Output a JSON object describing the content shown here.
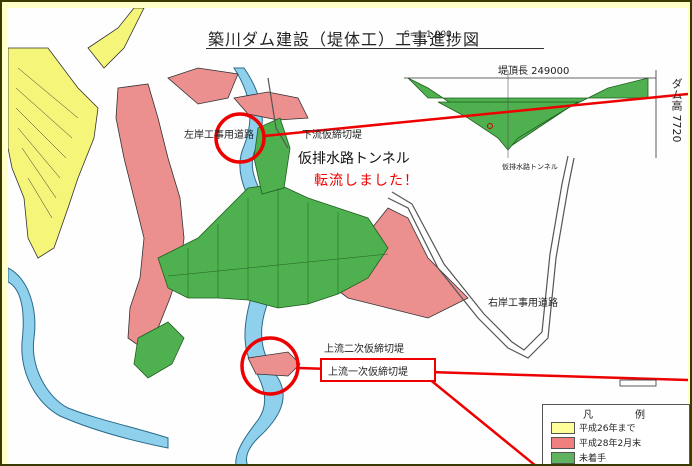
{
  "map": {
    "title": "築川ダム建設（堤体工）工事進捗図",
    "scale": "S=1:1,000",
    "labels": {
      "left_bank_road": "左岸工事用道路",
      "downstream_cofferdam": "下流仮締切堤",
      "diversion_tunnel": "仮排水路トンネル",
      "diverted": "転流しました！",
      "right_bank_road": "右岸工事用道路",
      "upstream_secondary": "上流二次仮締切堤",
      "upstream_primary": "上流一次仮締切堤",
      "crest_length": "堤頂長 249000",
      "dam_height": "ダム高 7720",
      "tunnel_small": "仮排水路トンネル"
    },
    "legend": {
      "title": "凡　例",
      "items": [
        {
          "label": "平成26年まで",
          "color": "#ffff99"
        },
        {
          "label": "平成28年2月末",
          "color": "#f08080"
        },
        {
          "label": "未着手",
          "color": "#5fb35f"
        }
      ]
    },
    "colors": {
      "completed_2014": "#f5f57a",
      "completed_2016": "#ec8f8f",
      "not_started": "#4fb04f",
      "river": "#7fc8e8",
      "highlight": "#e00000"
    }
  }
}
